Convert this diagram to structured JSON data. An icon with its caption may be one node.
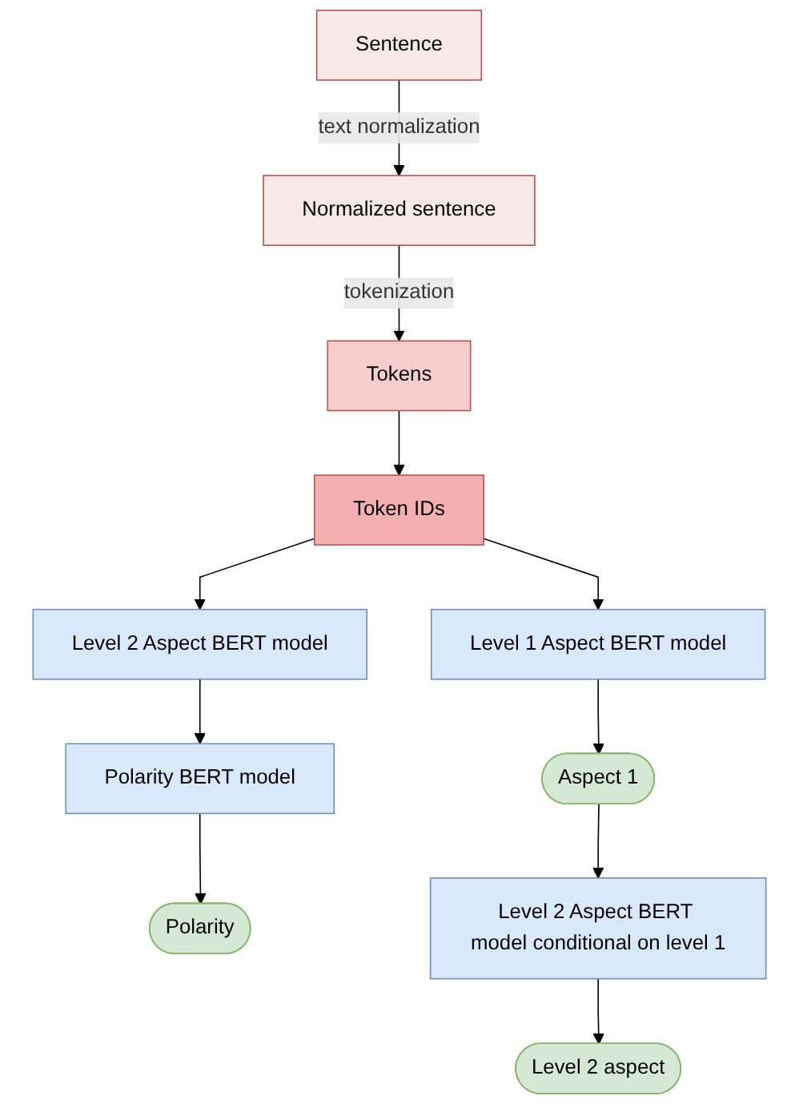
{
  "diagram": {
    "nodes": [
      {
        "text": [
          "Sentence"
        ]
      },
      {
        "text": [
          "Normalized sentence"
        ]
      },
      {
        "text": [
          "Tokens"
        ]
      },
      {
        "text": [
          "Token IDs"
        ]
      },
      {
        "text": [
          "Level 2 Aspect BERT model"
        ]
      },
      {
        "text": [
          "Polarity BERT model"
        ]
      },
      {
        "text": [
          "Polarity"
        ]
      },
      {
        "text": [
          "Level 1 Aspect BERT model"
        ]
      },
      {
        "text": [
          "Aspect 1"
        ]
      },
      {
        "text": [
          "Level 2 Aspect BERT model conditional on level 1"
        ]
      },
      {
        "text": [
          "Level 2 aspect"
        ]
      }
    ],
    "edges": [
      {
        "from": 0,
        "to": 1,
        "arrow": "to",
        "label": "text normalization"
      },
      {
        "from": 1,
        "to": 2,
        "arrow": "to",
        "label": "tokenization"
      },
      {
        "from": 2,
        "to": 3,
        "arrow": "to"
      },
      {
        "from": 3,
        "to": 4,
        "arrow": "to"
      },
      {
        "from": 3,
        "to": 7,
        "arrow": "to"
      },
      {
        "from": 4,
        "to": 5,
        "arrow": "to"
      },
      {
        "from": 5,
        "to": 6,
        "arrow": "to"
      },
      {
        "from": 7,
        "to": 8,
        "arrow": "to"
      },
      {
        "from": 8,
        "to": 9,
        "arrow": "to"
      },
      {
        "from": 9,
        "to": 10,
        "arrow": "to"
      }
    ]
  }
}
